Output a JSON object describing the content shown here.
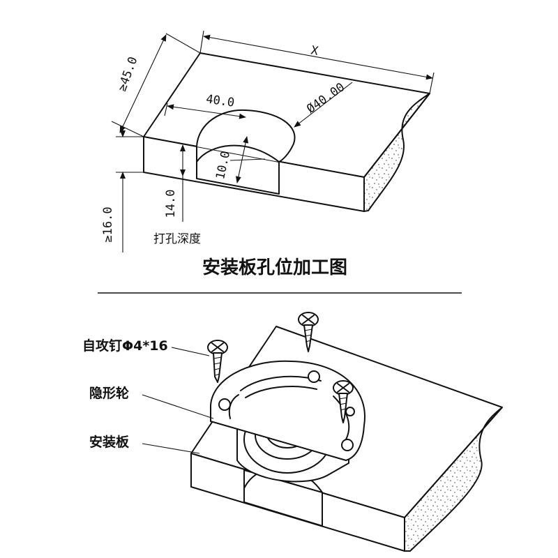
{
  "top_drawing": {
    "dim_x": "X",
    "dim_width_min": "≥45.0",
    "dim_hole_offset": "40.0",
    "dim_hole_diameter": "Ø40.00",
    "dim_hole_radius": "10.0",
    "dim_drill_depth": "14.0",
    "dim_board_thickness_min": "≥16.0",
    "drill_depth_label": "打孔深度",
    "title": "安装板孔位加工图"
  },
  "bottom_drawing": {
    "screw_label": "自攻钉Φ4*16",
    "caster_label": "隐形轮",
    "board_label": "安装板"
  }
}
